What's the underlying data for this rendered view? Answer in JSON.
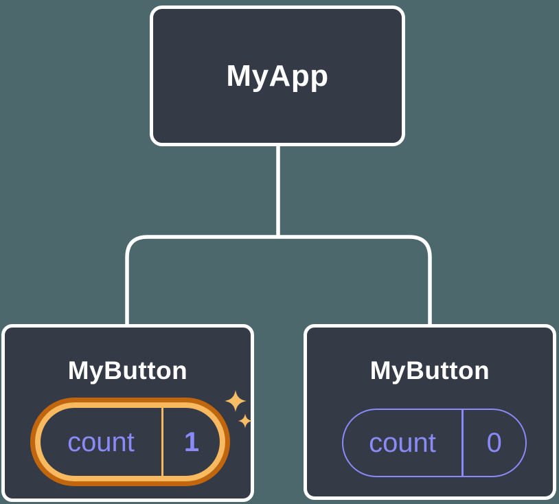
{
  "title": "React component tree state diagram",
  "colors": {
    "background": "#4d686d",
    "node_fill": "#343a46",
    "node_border": "#ffffff",
    "connector": "#ffffff",
    "label_text": "#ffffff",
    "state_text": "#8a8af8",
    "pill_border": "#8a8af8",
    "highlight_outer": "#c2660e",
    "highlight_inner": "#f8b95f",
    "sparkle": "#f7bc66"
  },
  "root": {
    "label": "MyApp"
  },
  "children": [
    {
      "label": "MyButton",
      "state_key": "count",
      "state_value": "1",
      "highlighted": true
    },
    {
      "label": "MyButton",
      "state_key": "count",
      "state_value": "0",
      "highlighted": false
    }
  ]
}
